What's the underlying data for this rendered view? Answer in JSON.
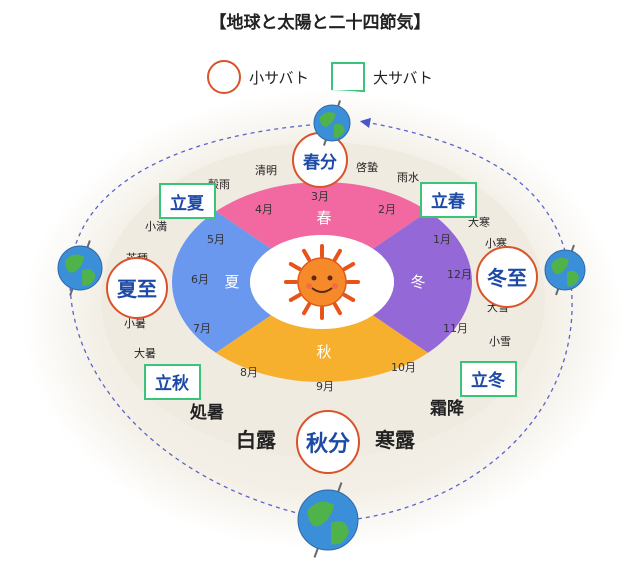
{
  "title": "【地球と太陽と二十四節気】",
  "legend": {
    "small_label": "小サバト",
    "large_label": "大サバト"
  },
  "colors": {
    "spring": "#f25b9a",
    "summer": "#5b8ff0",
    "autumn": "#f7a81b",
    "winter": "#8a5ad6",
    "small_sabbat": "#d9532a",
    "large_sabbat": "#3ac47a",
    "text_blue": "#1d4aa6"
  },
  "seasons": {
    "spring": "春",
    "summer": "夏",
    "autumn": "秋",
    "winter": "冬"
  },
  "months": [
    "1月",
    "2月",
    "3月",
    "4月",
    "5月",
    "6月",
    "7月",
    "8月",
    "9月",
    "10月",
    "11月",
    "12月"
  ],
  "sabbats": {
    "shunbun": "春分",
    "geshi": "夏至",
    "shubun": "秋分",
    "toji": "冬至",
    "risshun": "立春",
    "rikka": "立夏",
    "risshu": "立秋",
    "ritto": "立冬"
  },
  "terms": {
    "seimei": "清明",
    "keichitsu": "啓蟄",
    "kokuu": "穀雨",
    "usui": "雨水",
    "shoman": "小満",
    "daikan": "大寒",
    "boshu": "芒種",
    "shokan": "小寒",
    "shosho": "小暑",
    "taisetsu": "大雪",
    "taisho": "大暑",
    "shosetsu": "小雪",
    "shosho2": "処暑",
    "soko": "霜降",
    "hakuro": "白露",
    "kanro": "寒露"
  }
}
